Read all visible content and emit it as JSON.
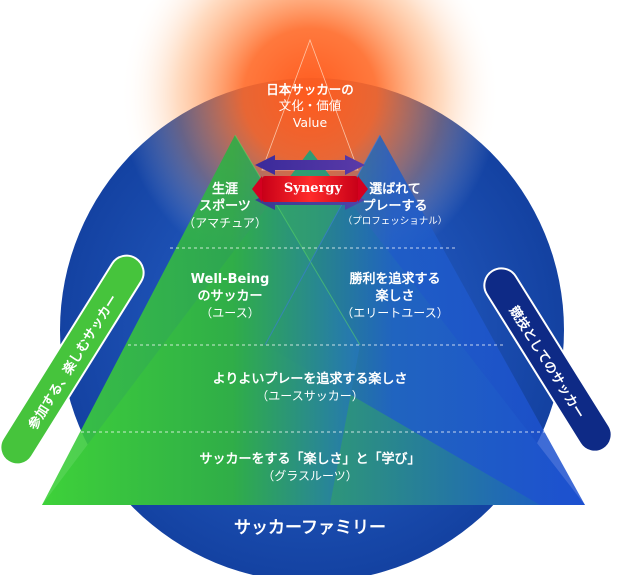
{
  "diagram": {
    "top": {
      "title": "日本サッカーの",
      "subtitle": "文化・価値",
      "value": "Value"
    },
    "synergy": "Synergy",
    "left_peak": {
      "title_line1": "生涯",
      "title_line2": "スポーツ",
      "sub": "（アマチュア）"
    },
    "right_peak": {
      "title_line1": "選ばれて",
      "title_line2": "プレーする",
      "sub": "（プロフェッショナル）"
    },
    "left_mid": {
      "title_line1": "Well-Being",
      "title_line2": "のサッカー",
      "sub": "（ユース）"
    },
    "right_mid": {
      "title_line1": "勝利を追求する",
      "title_line2": "楽しさ",
      "sub": "（エリートユース）"
    },
    "tier3": {
      "title": "よりよいプレーを追求する楽しさ",
      "sub": "（ユースサッカー）"
    },
    "tier4": {
      "title": "サッカーをする「楽しさ」と「学び」",
      "sub": "（グラスルーツ）"
    },
    "left_pill": "参加する、楽しむサッカー",
    "right_pill": "競技としてのサッカー",
    "family": "サッカーファミリー",
    "colors": {
      "circle_blue": "#1a4fb8",
      "green": "#3fc23a",
      "blue_triangle": "#1d63d6",
      "glow_red": "#ff3a1a",
      "right_pill": "#0e2a86",
      "left_pill": "#46c43c"
    }
  }
}
